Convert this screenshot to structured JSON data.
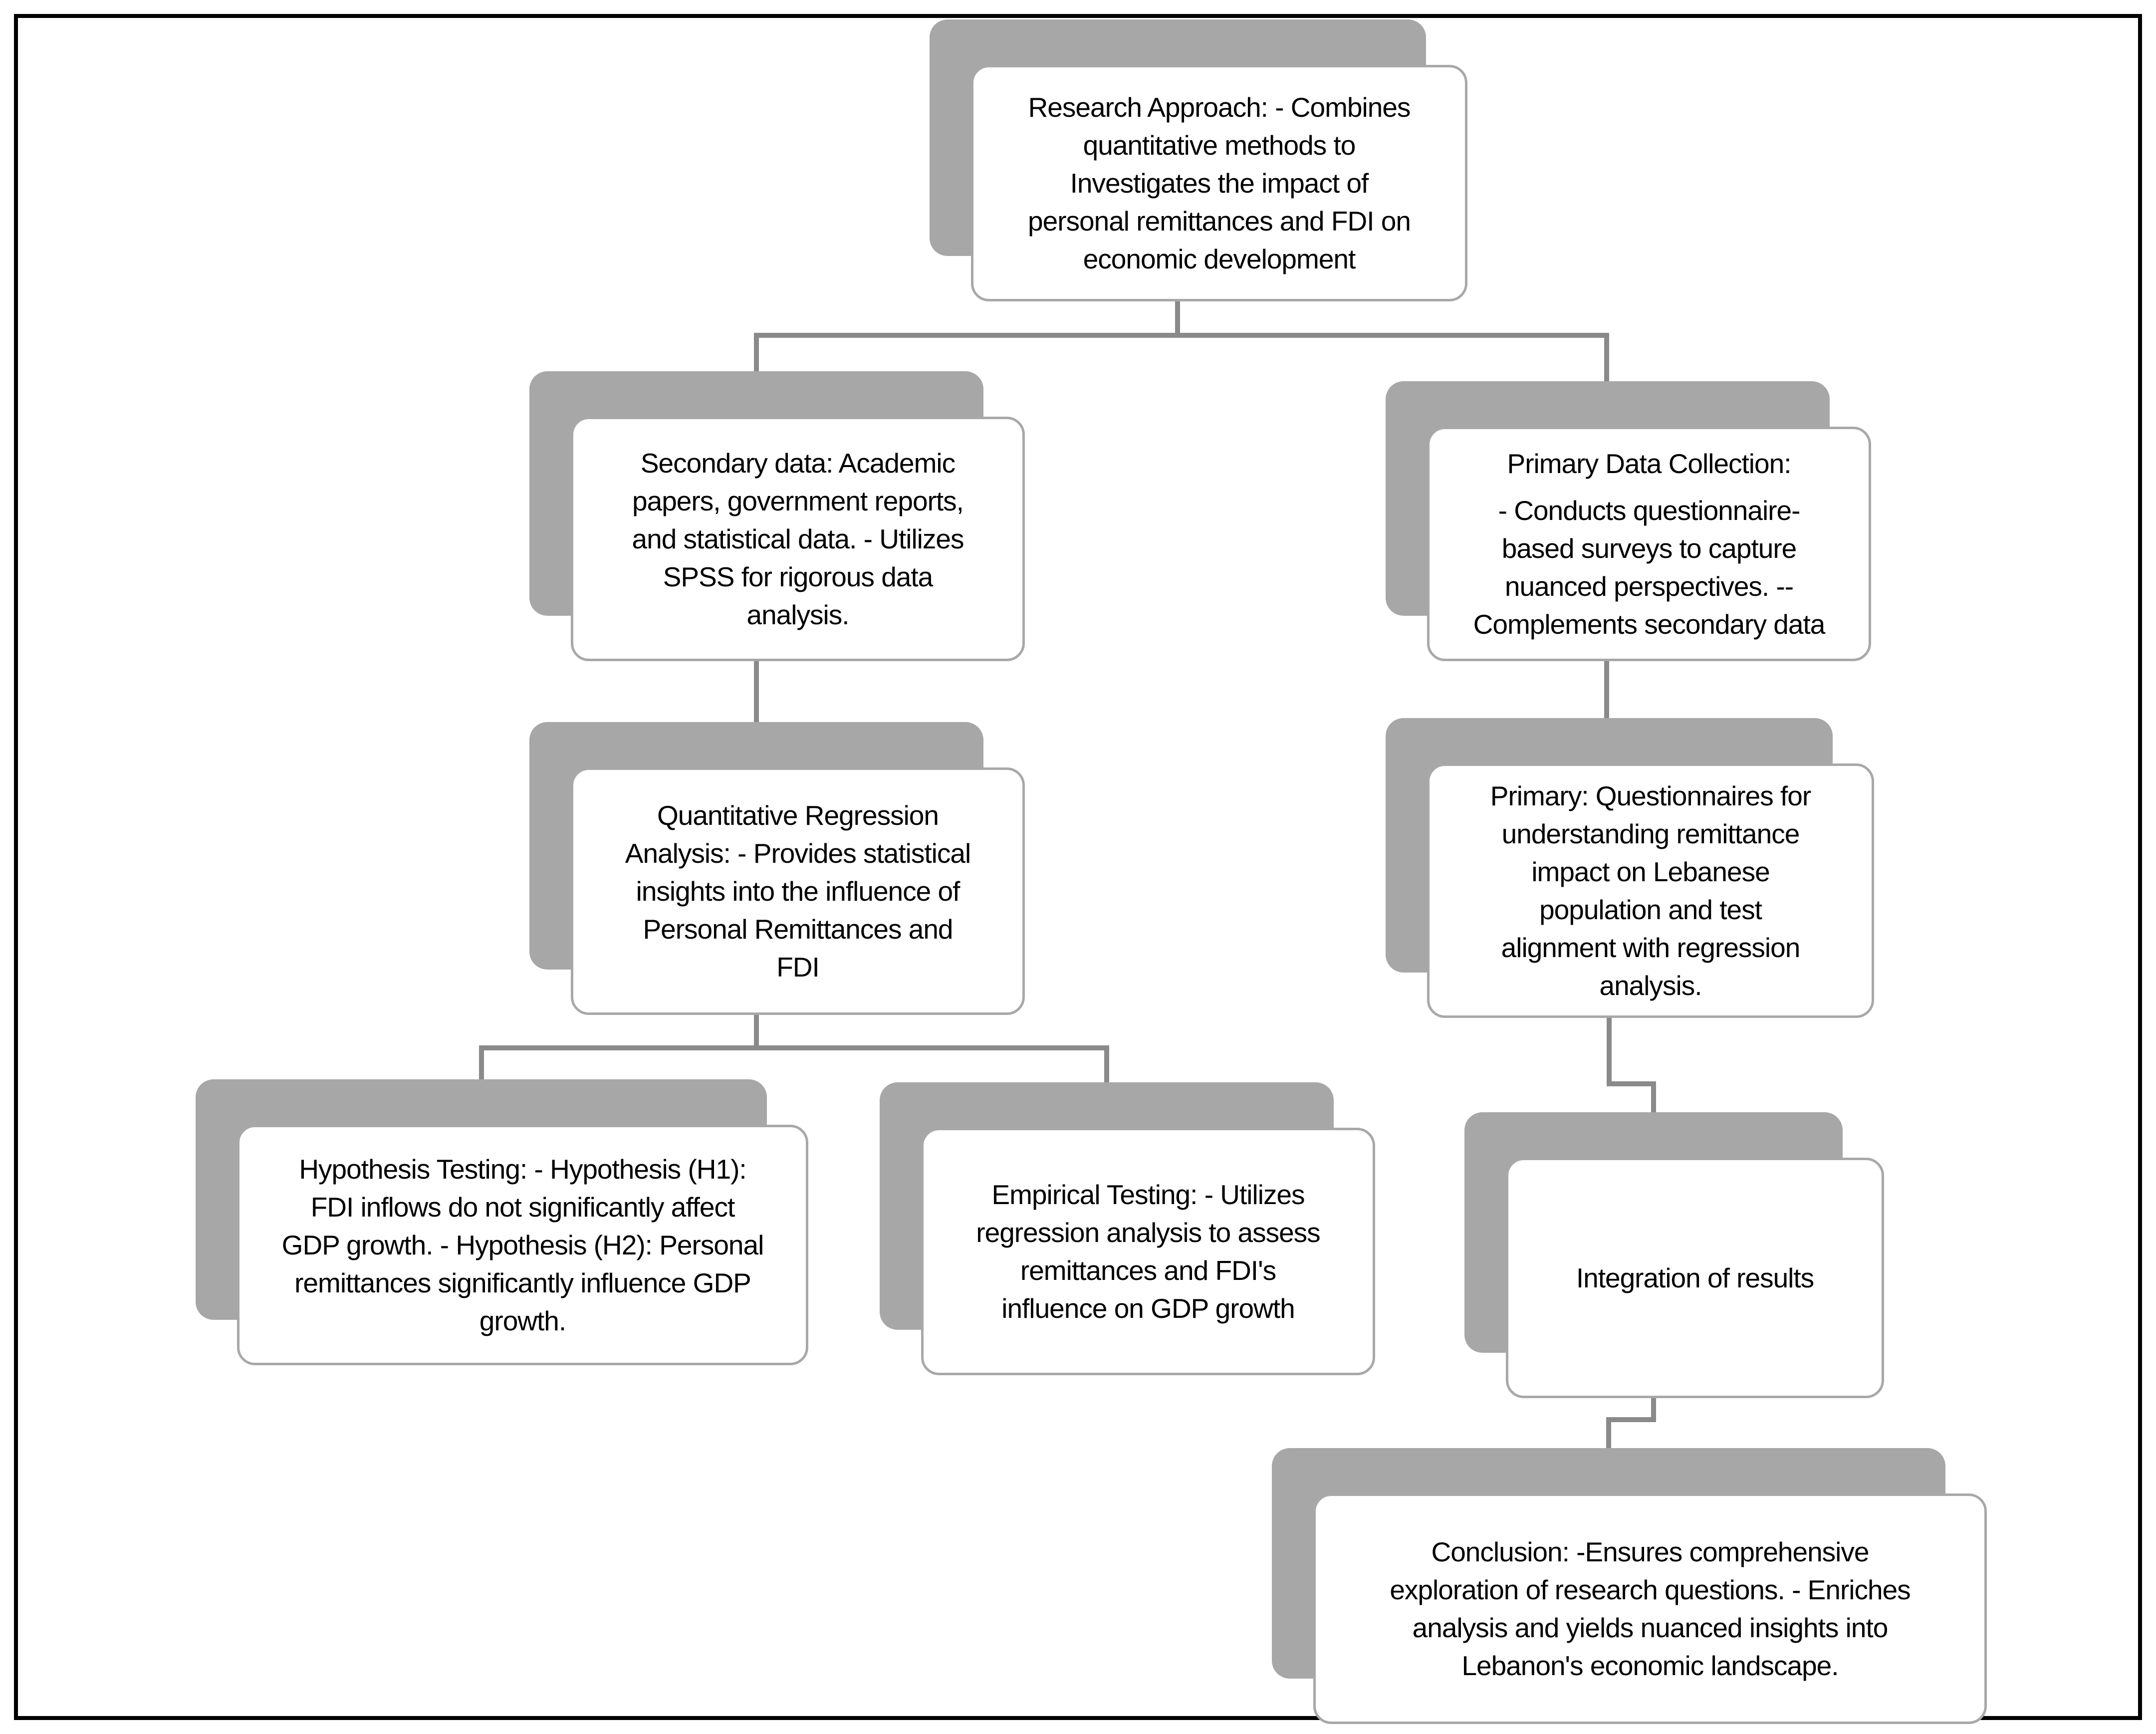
{
  "diagram": {
    "type": "flowchart",
    "colors": {
      "box_fill": "#ffffff",
      "box_border": "#a8a8a8",
      "box_shadow": "#a7a7a7",
      "connector": "#8a8a8a",
      "page_frame": "#000000",
      "text": "#000000",
      "background": "#ffffff"
    },
    "nodes": {
      "research_approach": {
        "text": "Research Approach: - Combines\nquantitative methods to\nInvestigates the impact of\npersonal remittances and FDI on\neconomic development"
      },
      "secondary_data": {
        "text": "Secondary data: Academic\npapers, government reports,\nand statistical data. - Utilizes\nSPSS for rigorous data\nanalysis."
      },
      "primary_collection": {
        "title": "Primary Data Collection:",
        "body": "- Conducts questionnaire-\nbased surveys to capture\nnuanced perspectives. --\nComplements secondary data"
      },
      "quant_regression": {
        "text": "Quantitative Regression\nAnalysis: - Provides statistical\ninsights into the influence of\nPersonal Remittances and\nFDI"
      },
      "primary_questionnaires": {
        "text": "Primary: Questionnaires for\nunderstanding remittance\nimpact on Lebanese\npopulation and test\nalignment with regression\nanalysis."
      },
      "hypothesis_testing": {
        "text": "Hypothesis Testing: - Hypothesis (H1):\nFDI inflows do not significantly affect\nGDP growth. - Hypothesis (H2): Personal\nremittances significantly influence GDP\ngrowth."
      },
      "empirical_testing": {
        "text": "Empirical Testing: - Utilizes\nregression analysis to assess\nremittances and FDI's\ninfluence on GDP growth"
      },
      "integration_results": {
        "text": "Integration of results"
      },
      "conclusion": {
        "text": "Conclusion: -Ensures comprehensive\nexploration of research questions. - Enriches\nanalysis and yields nuanced insights into\nLebanon's economic landscape."
      }
    }
  }
}
